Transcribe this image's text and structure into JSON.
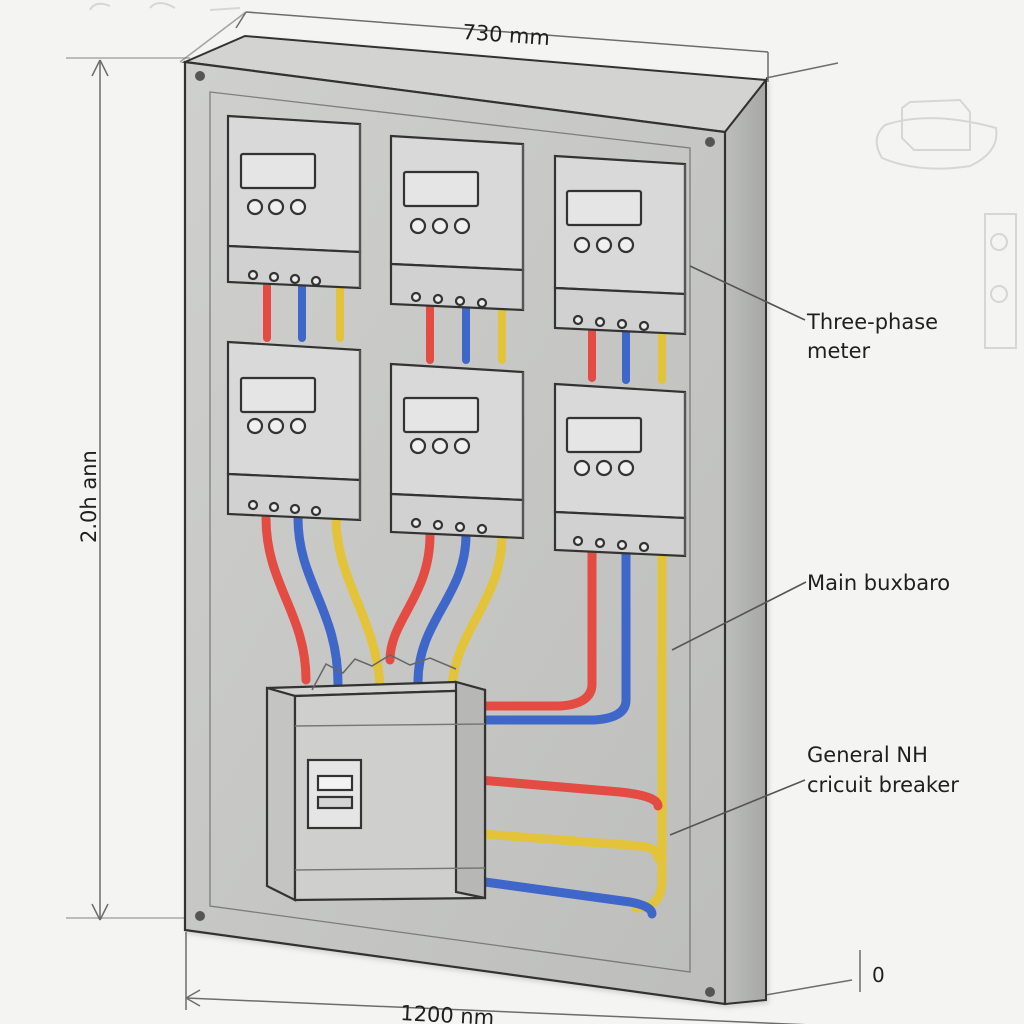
{
  "diagram": {
    "labels": {
      "three_phase_meter_line1": "Three-phase",
      "three_phase_meter_line2": "meter",
      "main_busbar": "Main buxbaro",
      "general_breaker_line1": "General NH",
      "general_breaker_line2": "cricuit breaker"
    },
    "dimensions": {
      "width_top": "730 mm",
      "height_left": "2.0h ann",
      "width_bottom": "1200 nm",
      "depth_mark": "0"
    },
    "colors": {
      "background": "#f4f4f2",
      "panel_front": "#c6c7c5",
      "panel_side": "#b8b9b7",
      "panel_top": "#d5d6d4",
      "outline": "#333333",
      "wire_red": "#e34b43",
      "wire_blue": "#3f66c9",
      "wire_yellow": "#e3c33a",
      "device": "#d8d9d8",
      "device_shadow": "#b8b9b8"
    }
  }
}
